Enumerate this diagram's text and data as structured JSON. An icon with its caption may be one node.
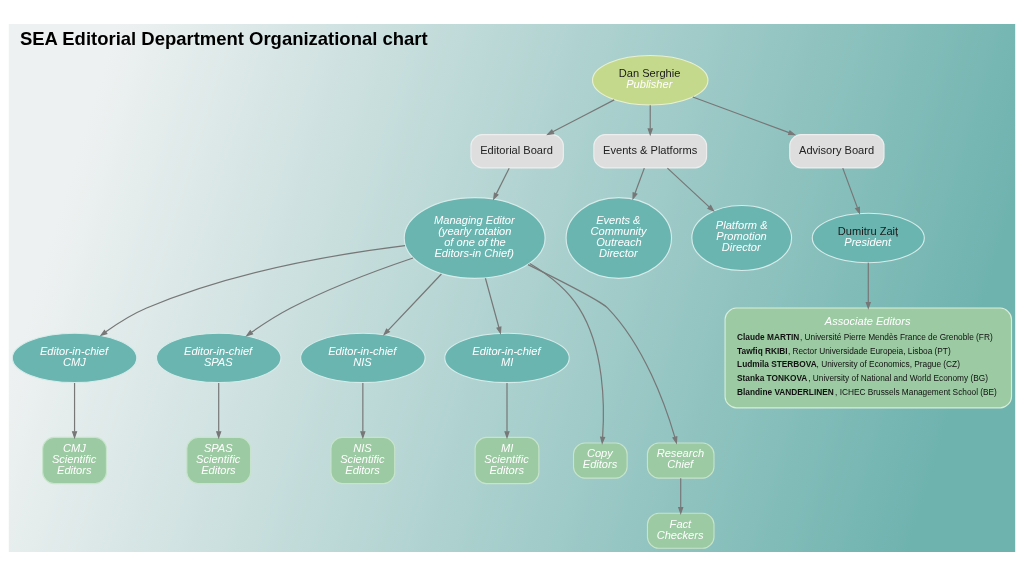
{
  "diagram": {
    "title": "SEA Editorial Department Organizational chart",
    "nodes": [
      {
        "text": [
          "Dan Serghie",
          "Publisher"
        ]
      },
      {
        "text": [
          "Editorial Board"
        ]
      },
      {
        "text": [
          "Events & Platforms"
        ]
      },
      {
        "text": [
          "Advisory Board"
        ]
      },
      {
        "text": [
          "Managing Editor (yearly rotation of one of the Editors-in Chief)"
        ]
      },
      {
        "text": [
          "Events & Community Outreach Director"
        ]
      },
      {
        "text": [
          "Platform & Promotion Director"
        ]
      },
      {
        "text": [
          "Dumitru Zaiț",
          "President"
        ]
      },
      {
        "text": [
          "Editor-in-chief CMJ"
        ]
      },
      {
        "text": [
          "Editor-in-chief SPAS"
        ]
      },
      {
        "text": [
          "Editor-in-chief NIS"
        ]
      },
      {
        "text": [
          "Editor-in-chief MI"
        ]
      },
      {
        "text": [
          "CMJ Scientific Editors"
        ]
      },
      {
        "text": [
          "SPAS Scientific Editors"
        ]
      },
      {
        "text": [
          "NIS Scientific Editors"
        ]
      },
      {
        "text": [
          "MI Scientific Editors"
        ]
      },
      {
        "text": [
          "Copy Editors"
        ]
      },
      {
        "text": [
          "Research Chief"
        ]
      },
      {
        "text": [
          "Fact Checkers"
        ]
      },
      {
        "text": [
          "Associate Editors",
          "**Claude MARTIN**, Université Pierre Mendès France de Grenoble (FR)",
          "**Tawfiq RKIBI**, Rector Universidade Europeia, Lisboa (PT)",
          "**Ludmila STERBOVA**, University of Economics, Prague (CZ)",
          "**Stanka TONKOVA**, University of National and World Economy (BG)",
          "**Blandine VANDERLINEN**, ICHEC Brussels Management School (BE)"
        ]
      }
    ],
    "edges": [
      {
        "from": 0,
        "to": 1,
        "arrow": "to"
      },
      {
        "from": 0,
        "to": 2,
        "arrow": "to"
      },
      {
        "from": 0,
        "to": 3,
        "arrow": "to"
      },
      {
        "from": 1,
        "to": 4,
        "arrow": "to"
      },
      {
        "from": 2,
        "to": 5,
        "arrow": "to"
      },
      {
        "from": 2,
        "to": 6,
        "arrow": "to"
      },
      {
        "from": 3,
        "to": 7,
        "arrow": "to"
      },
      {
        "from": 4,
        "to": 8,
        "arrow": "to"
      },
      {
        "from": 4,
        "to": 9,
        "arrow": "to"
      },
      {
        "from": 4,
        "to": 10,
        "arrow": "to"
      },
      {
        "from": 4,
        "to": 11,
        "arrow": "to"
      },
      {
        "from": 8,
        "to": 12,
        "arrow": "to"
      },
      {
        "from": 9,
        "to": 13,
        "arrow": "to"
      },
      {
        "from": 10,
        "to": 14,
        "arrow": "to"
      },
      {
        "from": 11,
        "to": 15,
        "arrow": "to"
      },
      {
        "from": 4,
        "to": 16,
        "arrow": "to"
      },
      {
        "from": 4,
        "to": 17,
        "arrow": "to"
      },
      {
        "from": 17,
        "to": 18,
        "arrow": "to"
      },
      {
        "from": 7,
        "to": 19,
        "arrow": "to"
      }
    ]
  }
}
